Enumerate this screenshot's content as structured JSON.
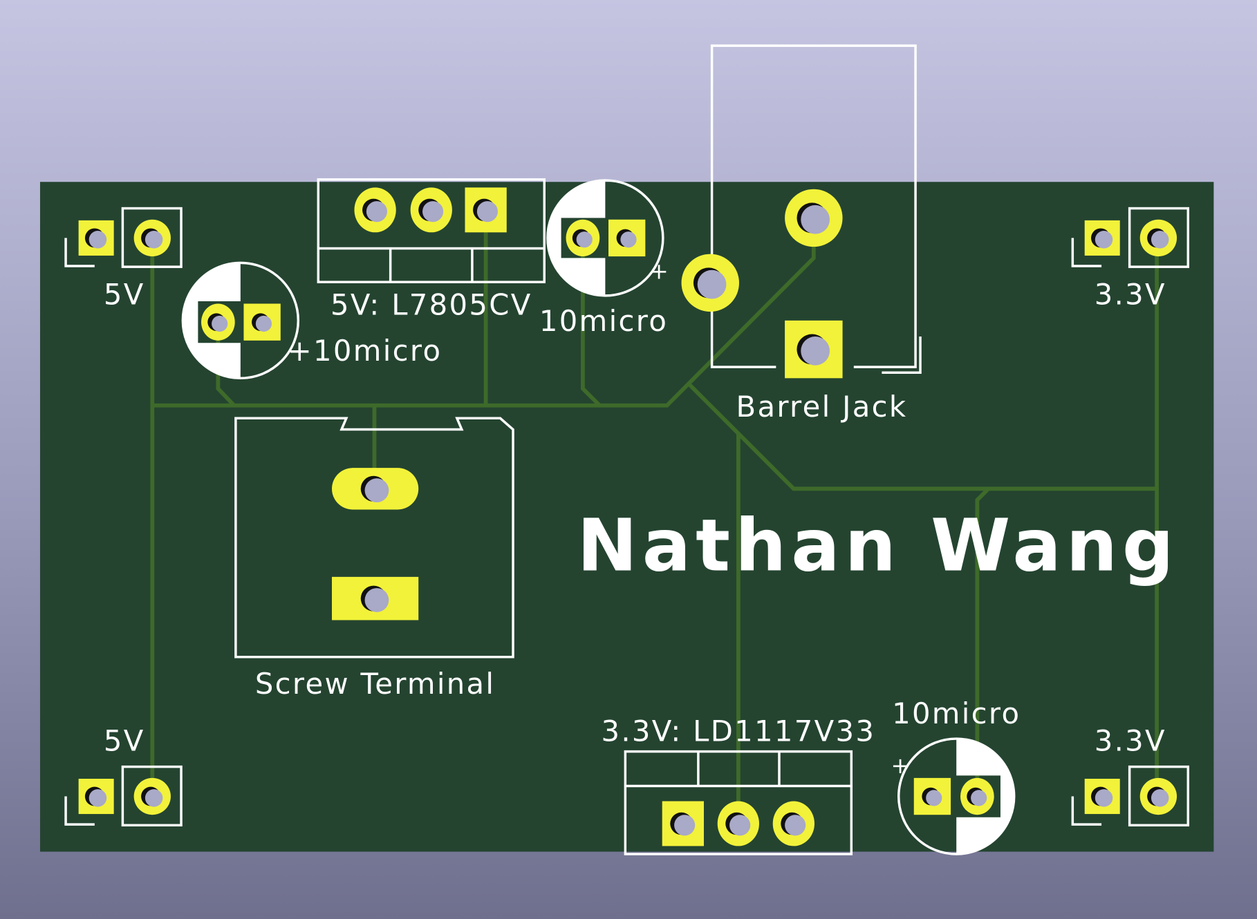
{
  "board": {
    "title": "Nathan Wang",
    "colors": {
      "board": "#244430",
      "pad": "#f2f23a",
      "trace": "#3e6a2a",
      "silkscreen": "#ffffff",
      "hole": "#a9a9c8"
    }
  },
  "labels": {
    "header_top_left": "5V",
    "header_bottom_left": "5V",
    "header_top_right": "3.3V",
    "header_bottom_right": "3.3V",
    "regulator_5v": "5V: L7805CV",
    "regulator_3v3": "3.3V: LD1117V33",
    "cap1": "+10micro",
    "cap2": "10micro",
    "cap2_plus": "+",
    "cap3": "10micro",
    "cap3_plus": "+",
    "barrel_jack": "Barrel Jack",
    "screw_terminal": "Screw Terminal"
  }
}
